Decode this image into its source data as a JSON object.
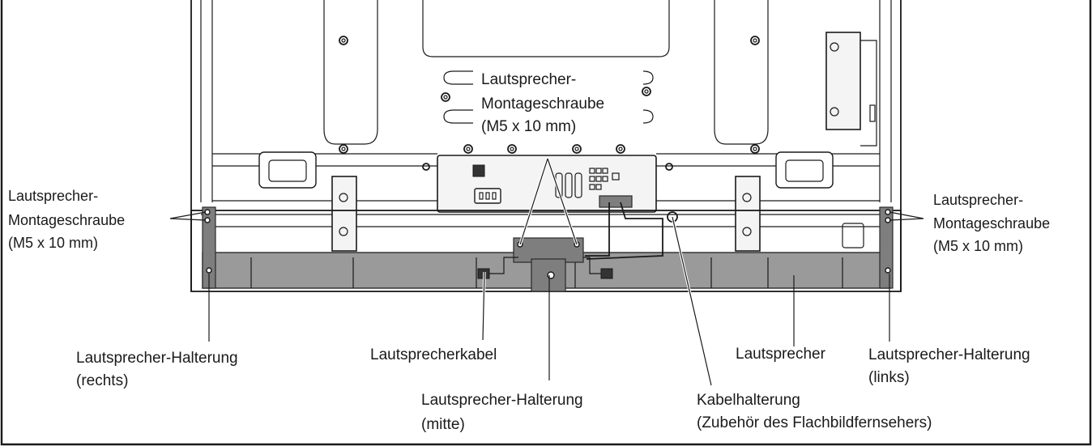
{
  "labels": {
    "top_center": {
      "line1": "Lautsprecher-",
      "line2": "Montageschraube",
      "line3": "(M5 x 10 mm)"
    },
    "left_screw": {
      "line1": "Lautsprecher-",
      "line2": "Montageschraube",
      "line3": "(M5 x 10 mm)"
    },
    "right_screw": {
      "line1": "Lautsprecher-",
      "line2": "Montageschraube",
      "line3": "(M5 x 10 mm)"
    },
    "bracket_right": {
      "line1": "Lautsprecher-Halterung",
      "line2": "(rechts)"
    },
    "speaker_cable": {
      "line1": "Lautsprecherkabel"
    },
    "bracket_center": {
      "line1": "Lautsprecher-Halterung",
      "line2": "(mitte)"
    },
    "speaker": {
      "line1": "Lautsprecher"
    },
    "bracket_left": {
      "line1": "Lautsprecher-Halterung",
      "line2": "(links)"
    },
    "cable_holder": {
      "line1": "Kabelhalterung",
      "line2": "(Zubehör des Flachbildfernsehers)"
    }
  },
  "colors": {
    "line": "#1a1a1a",
    "speaker_fill": "#9a9a9a",
    "background": "#ffffff"
  }
}
